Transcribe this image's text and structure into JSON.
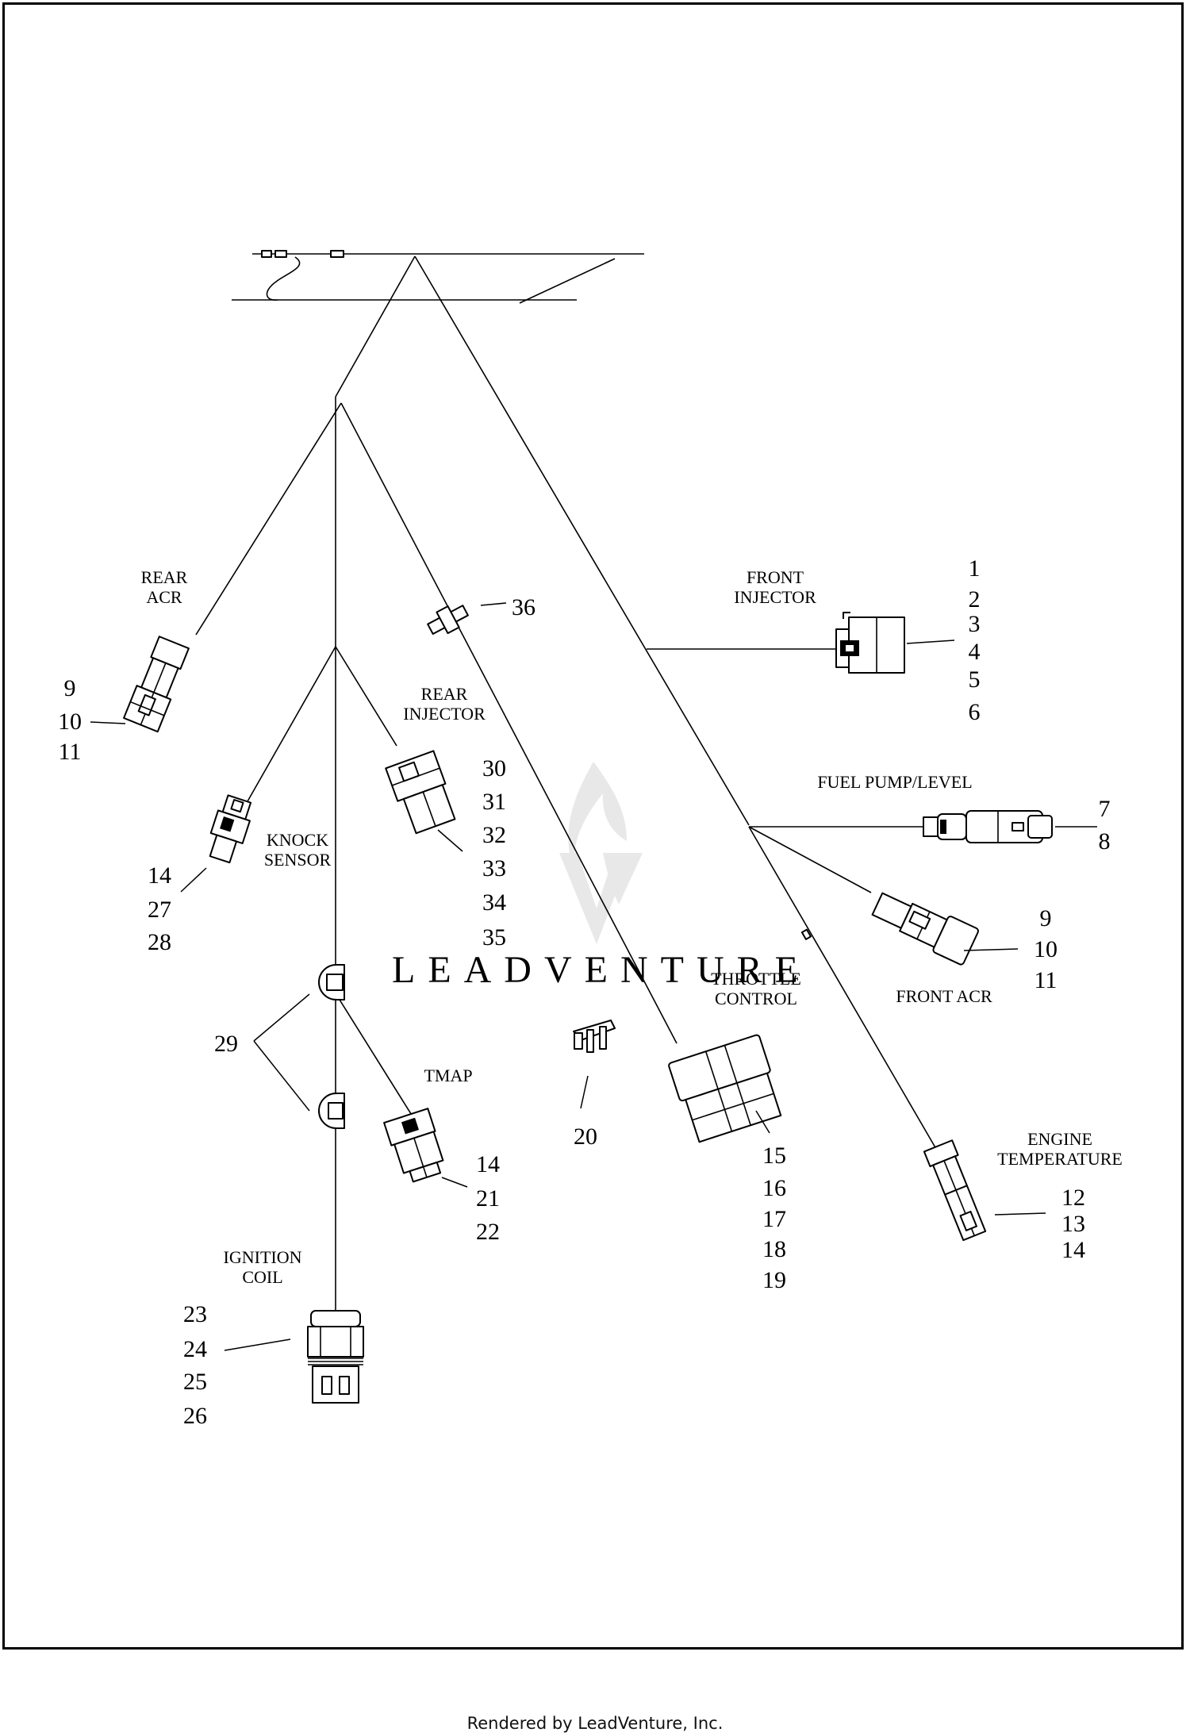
{
  "labels": {
    "rear_acr": [
      "REAR",
      "ACR"
    ],
    "front_injector": [
      "FRONT",
      "INJECTOR"
    ],
    "rear_injector": [
      "REAR",
      "INJECTOR"
    ],
    "fuel_pump_level": "FUEL PUMP/LEVEL",
    "knock_sensor": [
      "KNOCK",
      "SENSOR"
    ],
    "throttle_control": [
      "THROTTLE",
      "CONTROL"
    ],
    "front_acr": "FRONT ACR",
    "tmap": "TMAP",
    "engine_temperature": [
      "ENGINE",
      "TEMPERATURE"
    ],
    "ignition_coil": [
      "IGNITION",
      "COIL"
    ]
  },
  "callouts": {
    "front_injector": [
      "1",
      "2",
      "3",
      "4",
      "5",
      "6"
    ],
    "fuel_pump_level": [
      "7",
      "8"
    ],
    "front_acr": [
      "9",
      "10",
      "11"
    ],
    "rear_acr": [
      "9",
      "10",
      "11"
    ],
    "engine_temperature": [
      "12",
      "13",
      "14"
    ],
    "knock_sensor": [
      "14",
      "27",
      "28"
    ],
    "tmap": [
      "14",
      "21",
      "22"
    ],
    "throttle_control": [
      "15",
      "16",
      "17",
      "18",
      "19"
    ],
    "terminal": "20",
    "ignition_coil": [
      "23",
      "24",
      "25",
      "26"
    ],
    "clips": "29",
    "rear_injector": [
      "30",
      "31",
      "32",
      "33",
      "34",
      "35"
    ],
    "clip_36": "36"
  },
  "watermark": "LEADVENTURE",
  "footer": "Rendered by LeadVenture, Inc."
}
